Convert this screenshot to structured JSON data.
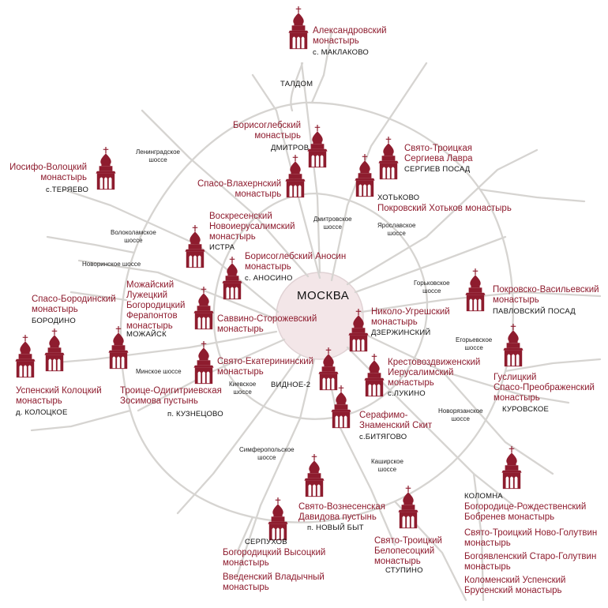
{
  "map": {
    "city": "МОСКВА",
    "monasteries": {
      "aleksandrovsky": "Александровский\nмонастырь",
      "borisoglebsky_dmitrov": "Борисоглебский\nмонастырь",
      "troitse_sergieva": "Свято-Троицкая\nСергиева Лавра",
      "iosifo_volotsky": "Иосифо-Волоцкий\nмонастырь",
      "spaso_vlakhernsky": "Спасо-Влахернский\nмонастырь",
      "pokrovsky_khotkov": "Покровский Хотьков монастырь",
      "voskresensky": "Воскресенский\nНовоиерусалимский\nмонастырь",
      "borisoglebsky_anosin": "Борисоглебский Аносин\nмонастырь",
      "mozhaisky": "Можайский\nЛужецкий\nБогородицкий\nФерапонтов\nмонастырь",
      "spaso_borodinsky": "Спасо-Бородинский\nмонастырь",
      "savvino": "Саввино-Сторожевский\nмонастырь",
      "nikolo_ugreshsky": "Николо-Угрешский\nмонастырь",
      "pokrovsko_vasilievsky": "Покровско-Васильевский\nмонастырь",
      "uspensky_kolotsky": "Успенский Колоцкий\nмонастырь",
      "troitse_odigitrievskaya": "Троице-Одигитриевская\nЗосимова пустынь",
      "ekaterininsky": "Свято-Екатерининский\nмонастырь",
      "krestovozdvizhensky": "Крестовоздвиженский\nИерусалимский\nмонастырь",
      "guslitsky": "Гуслицкий\nСпасо-Преображенский\nмонастырь",
      "serafimo_znamensky": "Серафимо-\nЗнаменский Скит",
      "vosnesenskaya": "Свято-Вознесенская\nДавидова пустынь",
      "troitsky_belopesotsky": "Свято-Троицкий\nБелопесоцкий\nмонастырь",
      "bogoroditse_rozhd": "Богородице-Рождественский\nБобренев монастырь",
      "troitsky_novo_golutvin": "Свято-Троицкий Ново-Голутвин\nмонастырь",
      "bogoyavlensky": "Богоявленский Старо-Голутвин\nмонастырь",
      "uspensky_brusensky": "Коломенский Успенский\nБрусенский монастырь",
      "vysotsky": "Богородицкий Высоцкий\nмонастырь",
      "vvedensky": "Введенский Владычный\nмонастырь"
    },
    "towns": {
      "maklakovo": "с. МАКЛАКОВО",
      "taldom": "ТАЛДОМ",
      "dmitrov": "ДМИТРОВ",
      "sergiev_posad": "СЕРГИЕВ ПОСАД",
      "teryaevo": "с.ТЕРЯЕВО",
      "khotkovo": "ХОТЬКОВО",
      "istra": "ИСТРА",
      "anosino": "с. АНОСИНО",
      "borodino": "БОРОДИНО",
      "mozhaisk": "МОЖАЙСК",
      "dzerzhinsky": "ДЗЕРЖИНСКИЙ",
      "pavlovsky_posad": "ПАВЛОВСКИЙ ПОСАД",
      "vidnoe": "ВИДНОЕ-2",
      "lukino": "с.ЛУКИНО",
      "kolotskoe": "д. КОЛОЦКОЕ",
      "kuznetsovo": "п. КУЗНЕЦОВО",
      "kurovskoe": "КУРОВСКОЕ",
      "bityagovo": "с.БИТЯГОВО",
      "novy_byt": "п. НОВЫЙ БЫТ",
      "stupino": "СТУПИНО",
      "kolomna": "КОЛОМНА",
      "serpukhov": "СЕРПУХОВ"
    },
    "roads": {
      "leningradskoe": "Ленинградское\nшоссе",
      "dmitrovskoe": "Дмитровское\nшоссе",
      "yaroslavskoe": "Ярославское\nшоссе",
      "volokolamskoe": "Волоколамское\nшоссе",
      "novorizhskoe": "Новоринское шоссе",
      "gorkovskoe": "Горьковское\nшоссе",
      "egorievskoe": "Егорьевское\nшоссе",
      "minskoe": "Минское шоссе",
      "kievskoe": "Киевское\nшоссе",
      "novoryazanskoe": "Новорязанское\nшоссе",
      "simferopolskoe": "Симферопольское\nшоссе",
      "kashirskoe": "Каширское\nшоссе"
    },
    "colors": {
      "accent": "#8e1c2e",
      "roads": "#d6d4d1",
      "city_fill": "#f3e6e8"
    },
    "icon": "church-icon"
  }
}
